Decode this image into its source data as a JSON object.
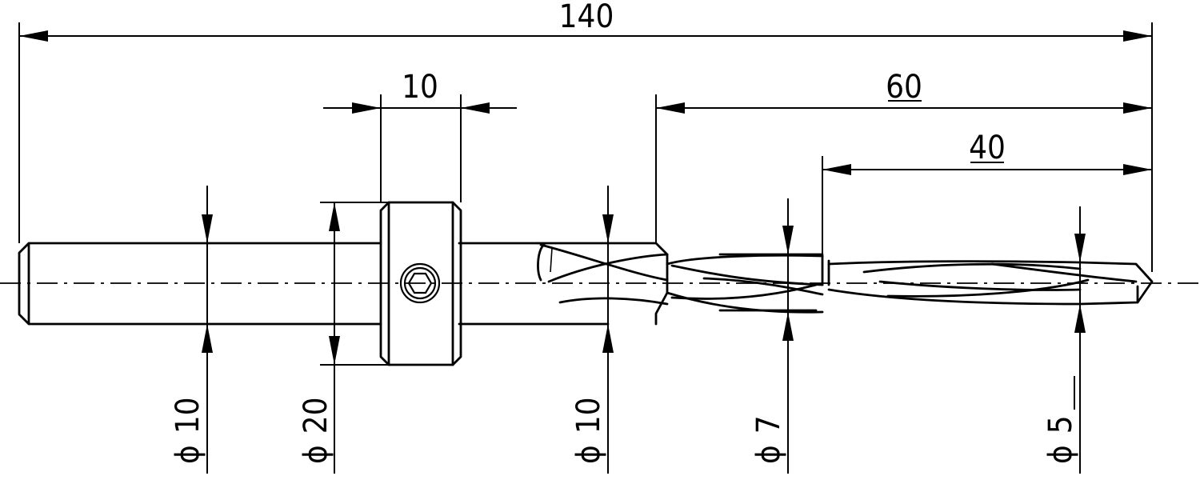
{
  "drawing": {
    "dimensions": {
      "overall_length": "140",
      "collar_width": "10",
      "step_length_60": "60",
      "step_length_40": "40",
      "dia_shank": "10",
      "dia_collar": "20",
      "dia_step1": "10",
      "dia_step2": "7",
      "dia_tip": "5"
    },
    "diameter_symbol": "ϕ"
  }
}
